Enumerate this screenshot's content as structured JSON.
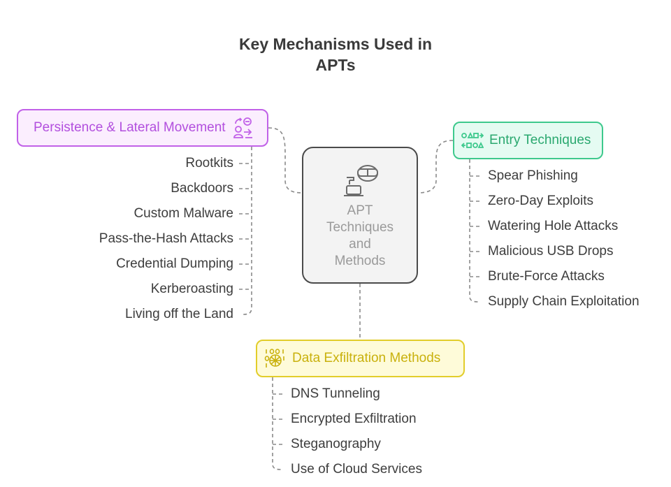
{
  "title": {
    "line1": "Key Mechanisms Used in",
    "line2": "APTs"
  },
  "center": {
    "label_lines": [
      "APT",
      "Techniques",
      "and",
      "Methods"
    ],
    "icon": "hacker-laptop-icon"
  },
  "categories": {
    "persistence": {
      "label": "Persistence & Lateral Movement",
      "icon": "user-switch-icon",
      "color": "#c161e8",
      "items": [
        "Rootkits",
        "Backdoors",
        "Custom Malware",
        "Pass-the-Hash Attacks",
        "Credential Dumping",
        "Kerberoasting",
        "Living off the Land"
      ]
    },
    "entry": {
      "label": "Entry Techniques",
      "icon": "shapes-arrows-icon",
      "color": "#3ec98d",
      "items": [
        "Spear Phishing",
        "Zero-Day Exploits",
        "Watering Hole Attacks",
        "Malicious USB Drops",
        "Brute-Force Attacks",
        "Supply Chain Exploitation"
      ]
    },
    "data": {
      "label": "Data Exfiltration Methods",
      "icon": "binary-bug-icon",
      "color": "#e2cd2a",
      "items": [
        "DNS Tunneling",
        "Encrypted Exfiltration",
        "Steganography",
        "Use of Cloud Services"
      ]
    }
  }
}
